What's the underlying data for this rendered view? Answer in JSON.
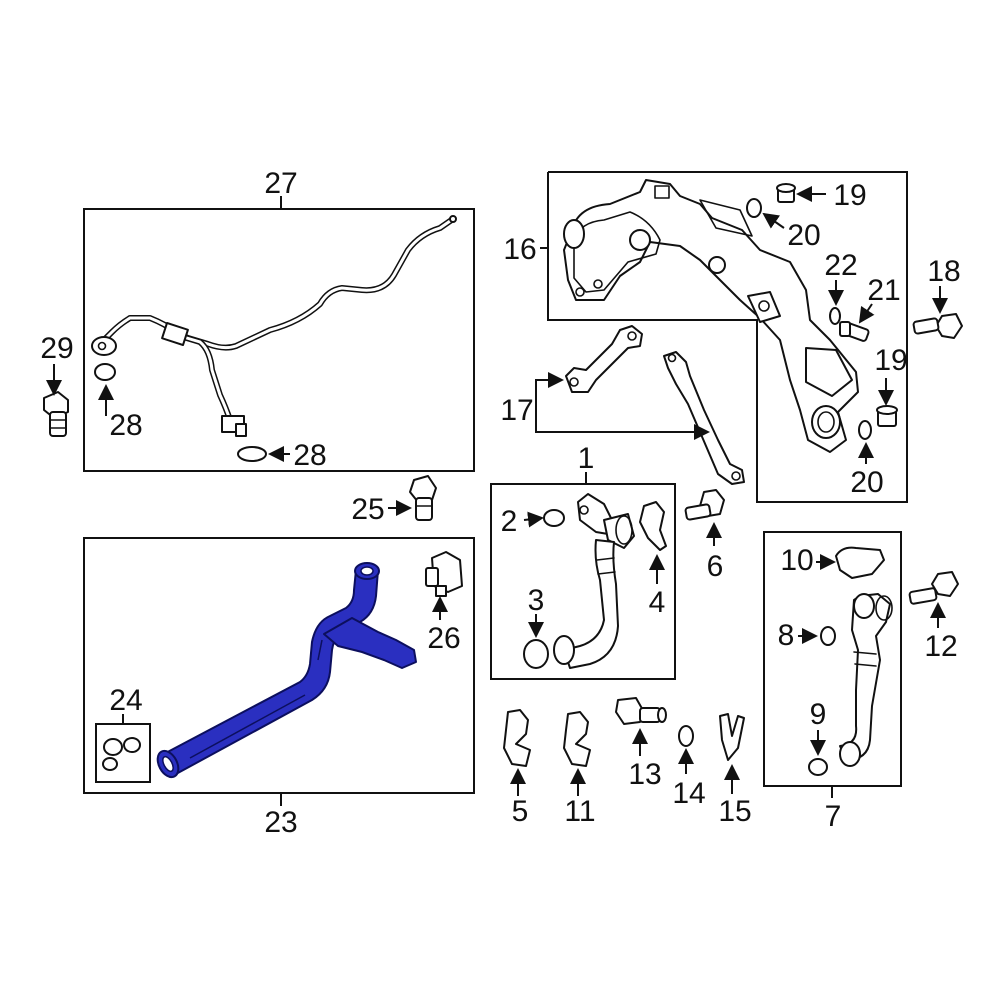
{
  "callouts": {
    "c1": "1",
    "c2": "2",
    "c3": "3",
    "c4": "4",
    "c5": "5",
    "c6": "6",
    "c7": "7",
    "c8": "8",
    "c9": "9",
    "c10": "10",
    "c11": "11",
    "c12": "12",
    "c13": "13",
    "c14": "14",
    "c15": "15",
    "c16": "16",
    "c17": "17",
    "c18": "18",
    "c19a": "19",
    "c19b": "19",
    "c20a": "20",
    "c20b": "20",
    "c21": "21",
    "c22": "22",
    "c23": "23",
    "c24": "24",
    "c25": "25",
    "c26": "26",
    "c27": "27",
    "c28a": "28",
    "c28b": "28",
    "c29": "29"
  },
  "highlight": {
    "part": "23",
    "color": "#2a2fc0"
  }
}
